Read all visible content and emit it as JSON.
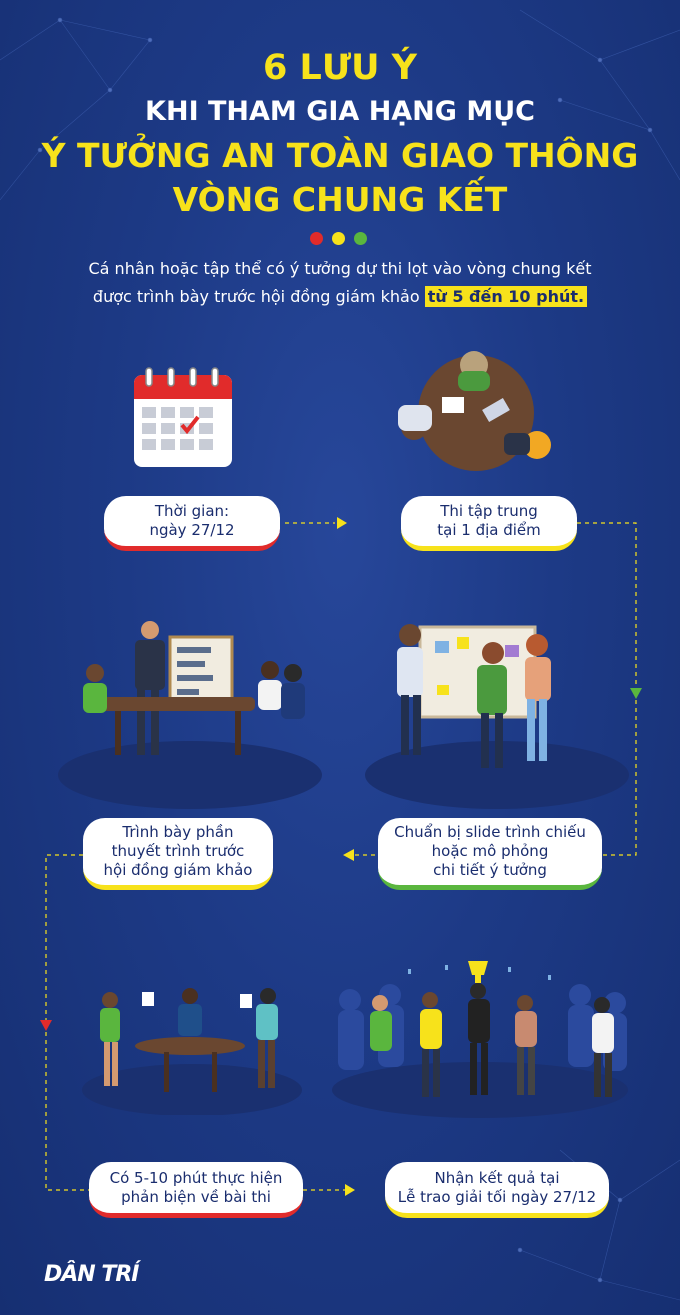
{
  "header": {
    "line1": "6 LƯU Ý",
    "line2": "KHI THAM GIA HẠNG MỤC",
    "line3": "Ý TƯỞNG AN TOÀN GIAO THÔNG",
    "line4": "VÒNG CHUNG KẾT"
  },
  "dots": {
    "colors": [
      "#e12b2b",
      "#f7e21b",
      "#5ab63e"
    ]
  },
  "intro": {
    "line1": "Cá nhân hoặc tập thể có ý tưởng dự thi lọt vào vòng chung kết",
    "line2_prefix": "được trình bày trước hội đồng giám khảo",
    "line2_highlight": "từ 5 đến 10 phút."
  },
  "steps": [
    {
      "lines": [
        "Thời gian:",
        "ngày 27/12"
      ],
      "accent": "red",
      "icon": "calendar-icon"
    },
    {
      "lines": [
        "Thi tập trung",
        "tại 1 địa điểm"
      ],
      "accent": "yellow",
      "icon": "meeting-table-icon"
    },
    {
      "lines": [
        "Chuẩn bị slide trình chiếu",
        "hoặc mô phỏng",
        "chi tiết ý tưởng"
      ],
      "accent": "green",
      "icon": "whiteboard-team-icon"
    },
    {
      "lines": [
        "Trình bày phần",
        "thuyết trình trước",
        "hội đồng giám khảo"
      ],
      "accent": "yellow",
      "icon": "presentation-icon"
    },
    {
      "lines": [
        "Có 5-10 phút thực hiện",
        "phản biện về bài thi"
      ],
      "accent": "red",
      "icon": "discussion-icon"
    },
    {
      "lines": [
        "Nhận kết quả tại",
        "Lễ trao giải tối ngày 27/12"
      ],
      "accent": "yellow",
      "icon": "celebration-icon"
    }
  ],
  "logo": "DÂN TRÍ"
}
